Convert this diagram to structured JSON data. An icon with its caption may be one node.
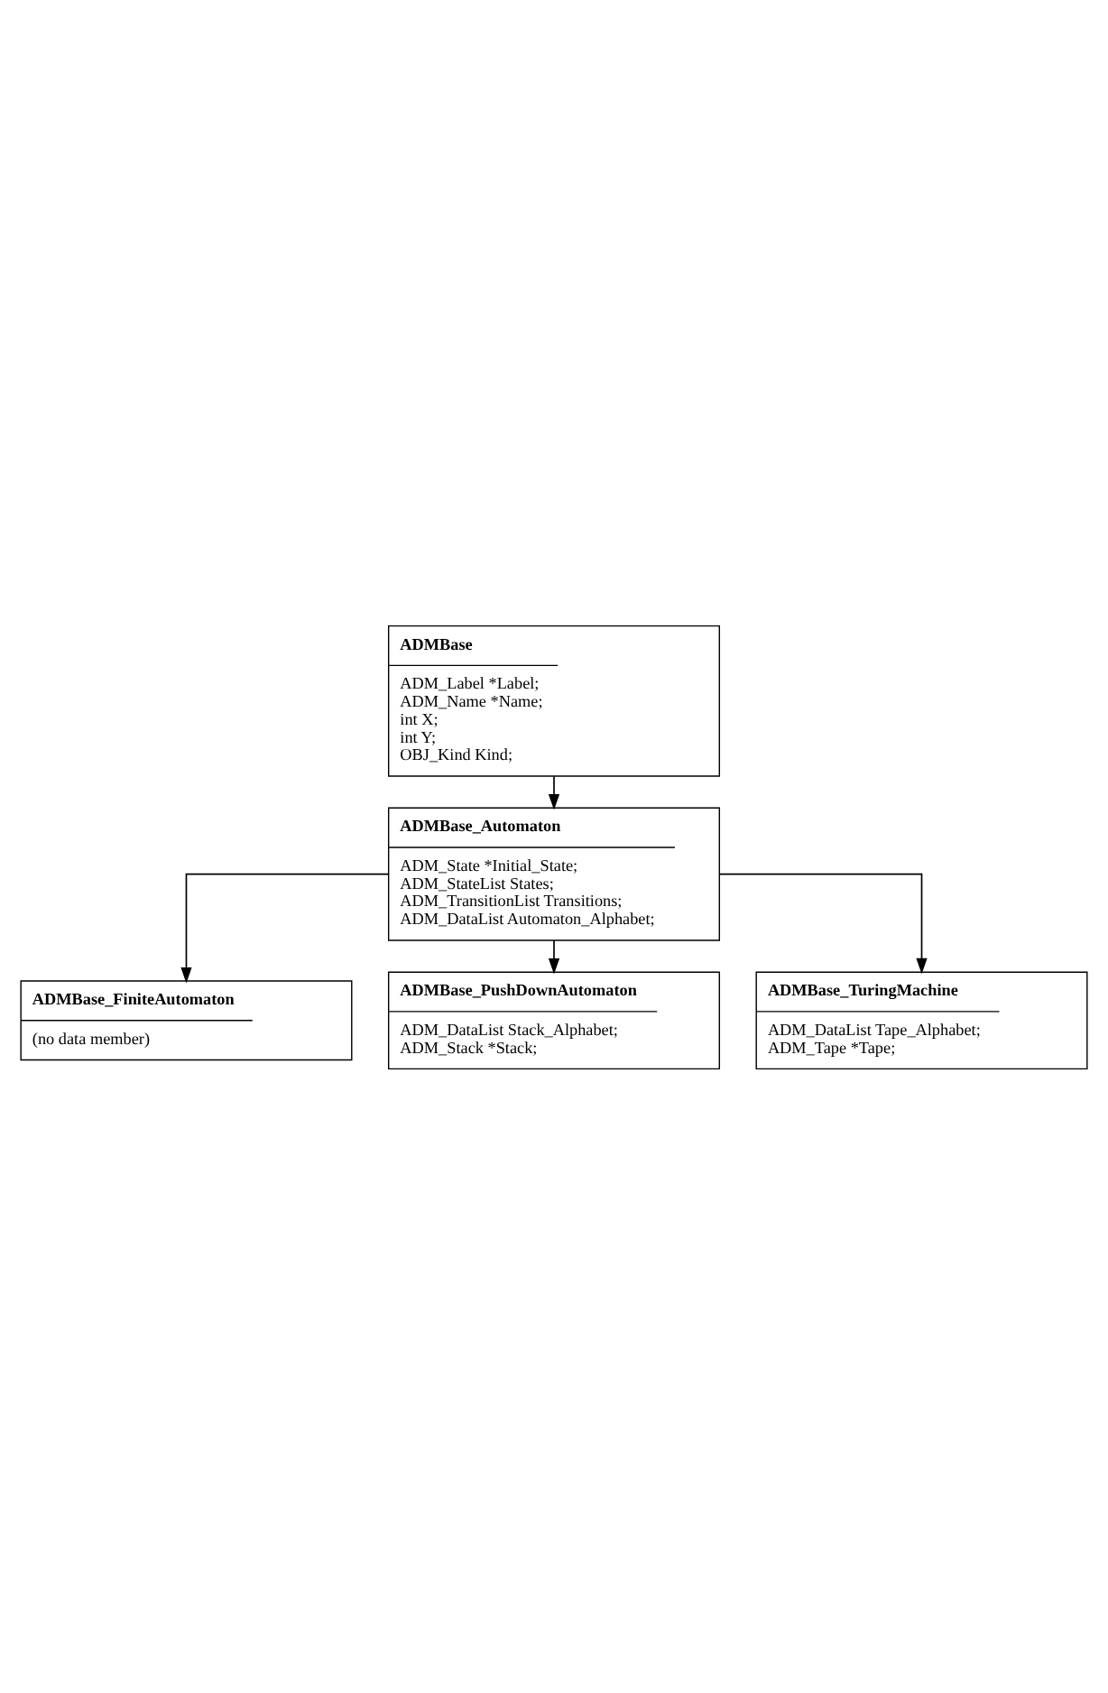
{
  "diagram": {
    "nodes": [
      {
        "text": [
          "ADMBase",
          "ADM_Label *Label;",
          "ADM_Name *Name;",
          "int X;",
          "int Y;",
          "OBJ_Kind Kind;"
        ]
      },
      {
        "text": [
          "ADMBase_Automaton",
          "ADM_State *Initial_State;",
          "ADM_StateList States;",
          "ADM_TransitionList Transitions;",
          "ADM_DataList Automaton_Alphabet;"
        ]
      },
      {
        "text": [
          "ADMBase_FiniteAutomaton",
          "(no data member)"
        ]
      },
      {
        "text": [
          "ADMBase_PushDownAutomaton",
          "ADM_DataList Stack_Alphabet;",
          "ADM_Stack *Stack;"
        ]
      },
      {
        "text": [
          "ADMBase_TuringMachine",
          "ADM_DataList Tape_Alphabet;",
          "ADM_Tape *Tape;"
        ]
      }
    ],
    "edges": [
      {
        "from": 0,
        "to": 1,
        "arrow": "to"
      },
      {
        "from": 1,
        "to": 2,
        "arrow": "to"
      },
      {
        "from": 1,
        "to": 3,
        "arrow": "to"
      },
      {
        "from": 1,
        "to": 4,
        "arrow": "to"
      }
    ]
  }
}
